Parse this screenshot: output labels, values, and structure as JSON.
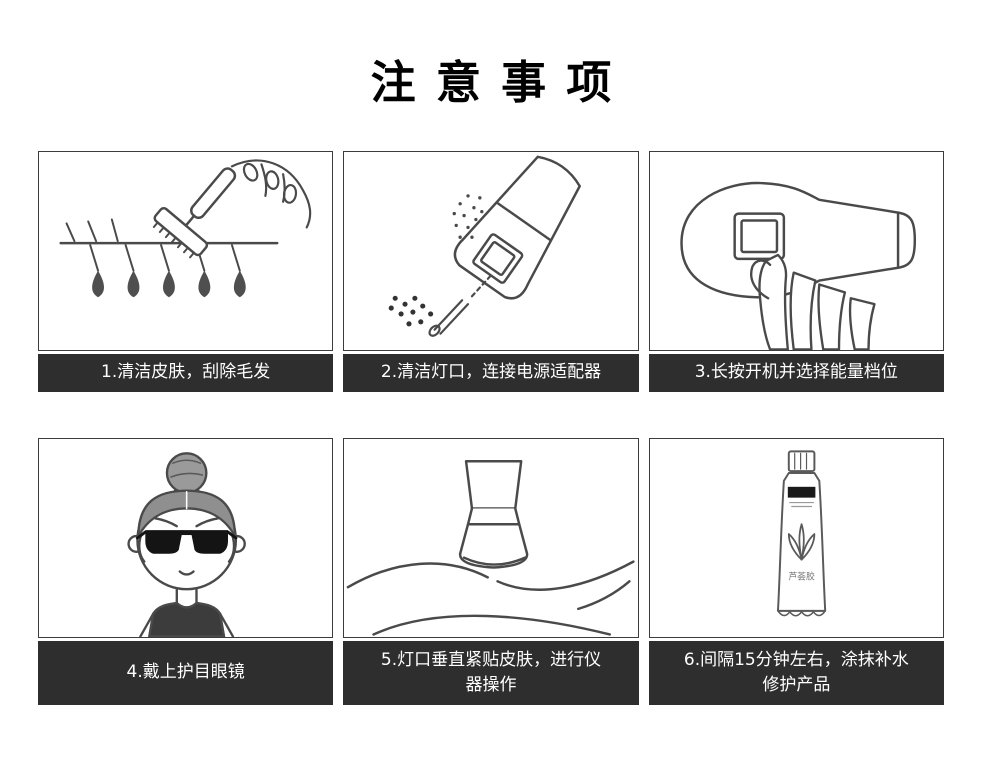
{
  "page": {
    "title": "注意事项"
  },
  "colors": {
    "caption_bg": "#2e2e2e",
    "caption_text": "#ffffff",
    "panel_border": "#3c3c3c",
    "line_art": "#4a4a4a"
  },
  "steps": [
    {
      "id": 1,
      "caption": "1.清洁皮肤，刮除毛发",
      "illustration": "razor-shaving-skin"
    },
    {
      "id": 2,
      "caption": "2.清洁灯口，连接电源适配器",
      "illustration": "clean-lamp-connect-adapter"
    },
    {
      "id": 3,
      "caption": "3.长按开机并选择能量档位",
      "illustration": "long-press-power-select-level"
    },
    {
      "id": 4,
      "caption": "4.戴上护目眼镜",
      "illustration": "wear-protective-goggles"
    },
    {
      "id": 5,
      "caption": "5.灯口垂直紧贴皮肤，进行仪器操作",
      "illustration": "lamp-port-flat-on-skin"
    },
    {
      "id": 6,
      "caption": "6.间隔15分钟左右，涂抹补水修护产品",
      "illustration": "apply-repair-product",
      "product_label": "芦荟胶"
    }
  ]
}
